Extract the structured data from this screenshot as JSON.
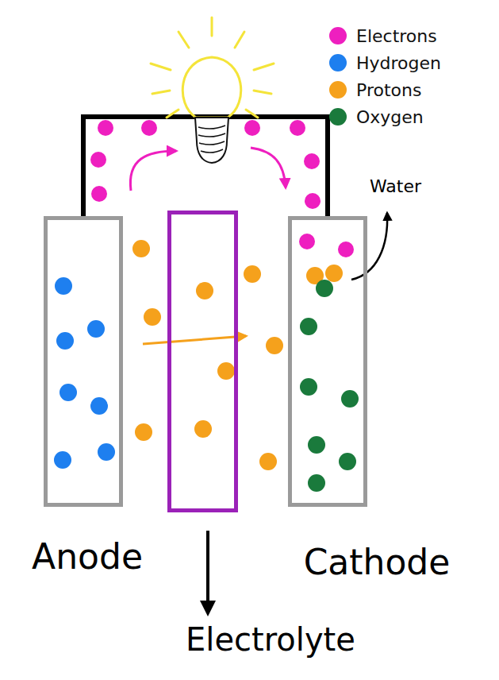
{
  "diagram": {
    "nodes": [
      {
        "text": [
          "Anode"
        ]
      },
      {
        "text": [
          "Electrolyte"
        ]
      },
      {
        "text": [
          "Cathode"
        ]
      }
    ],
    "edges": [
      {
        "from": 0,
        "to": 2,
        "arrow": "none"
      }
    ],
    "labels": [
      "Water"
    ],
    "legend": [
      {
        "text": "Electrons",
        "color": "#ee1fbf"
      },
      {
        "text": "Hydrogen",
        "color": "#1e7fef"
      },
      {
        "text": "Protons",
        "color": "#f5a11c"
      },
      {
        "text": "Oxygen",
        "color": "#1a7a3c"
      }
    ]
  }
}
